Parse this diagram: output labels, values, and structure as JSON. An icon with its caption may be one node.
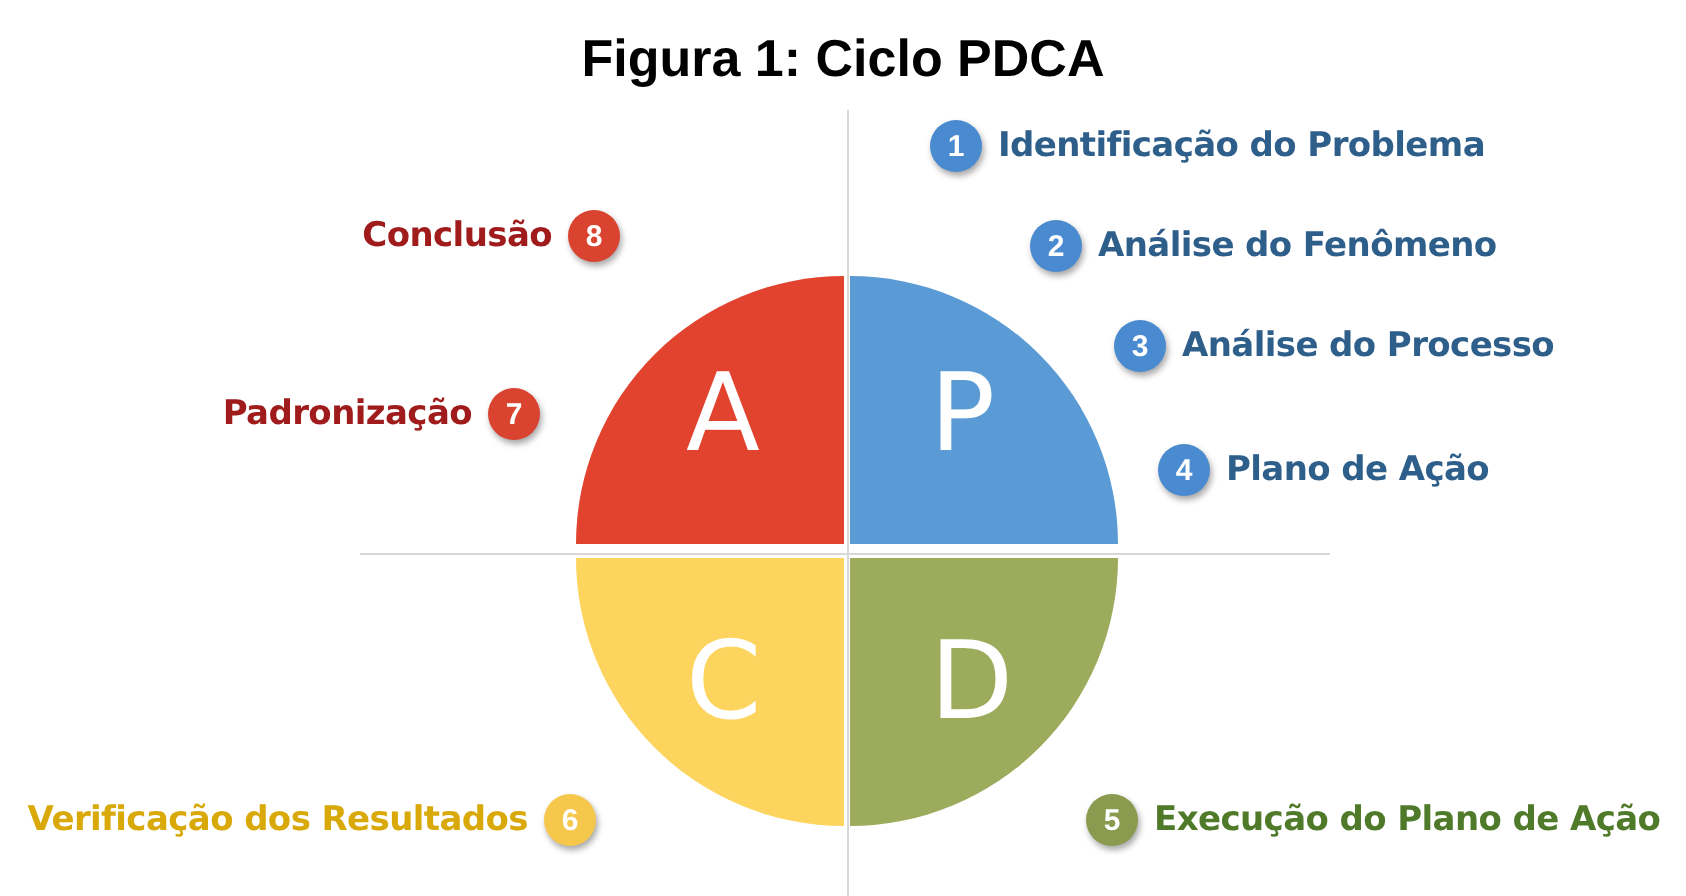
{
  "diagram": {
    "title": "Figura 1: Ciclo PDCA",
    "nodes": [
      {
        "text": [
          "A"
        ]
      },
      {
        "text": [
          "P"
        ]
      },
      {
        "text": [
          "C"
        ]
      },
      {
        "text": [
          "D"
        ]
      },
      {
        "text": [
          "1"
        ],
        "beside": [
          "Identificação do Problema"
        ]
      },
      {
        "text": [
          "2"
        ],
        "beside": [
          "Análise do Fenômeno"
        ]
      },
      {
        "text": [
          "3"
        ],
        "beside": [
          "Análise do Processo"
        ]
      },
      {
        "text": [
          "4"
        ],
        "beside": [
          "Plano de Ação"
        ]
      },
      {
        "text": [
          "5"
        ],
        "beside": [
          "Execução do Plano de Ação"
        ]
      },
      {
        "text": [
          "6"
        ],
        "beside": [
          "Verificação dos Resultados"
        ]
      },
      {
        "text": [
          "7"
        ],
        "beside": [
          "Padronização"
        ]
      },
      {
        "text": [
          "8"
        ],
        "beside": [
          "Conclusão"
        ]
      }
    ]
  }
}
